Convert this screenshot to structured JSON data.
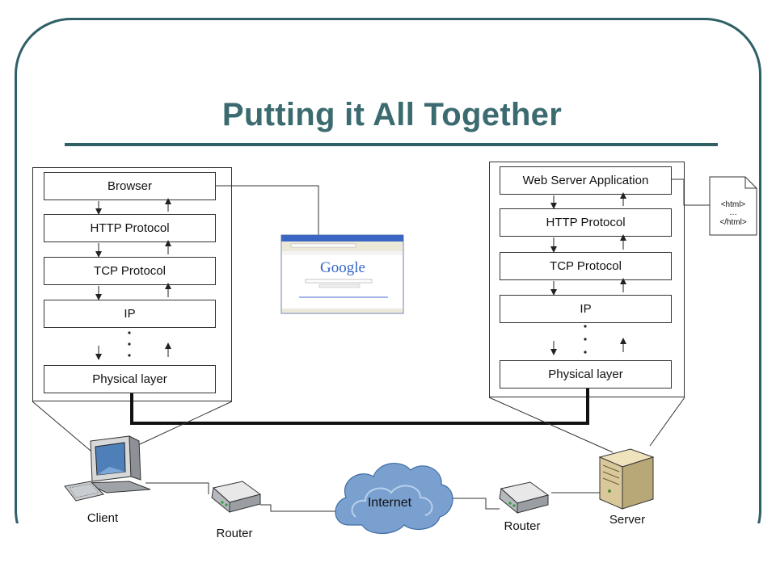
{
  "slide": {
    "title": "Putting it All Together"
  },
  "client_stack": {
    "layers": [
      "Browser",
      "HTTP Protocol",
      "TCP Protocol",
      "IP",
      "Physical layer"
    ]
  },
  "server_stack": {
    "layers": [
      "Web Server Application",
      "HTTP Protocol",
      "TCP Protocol",
      "IP",
      "Physical layer"
    ]
  },
  "html_doc": {
    "open_tag": "<html>",
    "ellipsis": "…",
    "close_tag": "</html>"
  },
  "browser_window": {
    "logo_text": "Google"
  },
  "network": {
    "client_label": "Client",
    "router_left_label": "Router",
    "internet_label": "Internet",
    "router_right_label": "Router",
    "server_label": "Server"
  },
  "colors": {
    "accent": "#2f6066",
    "title": "#3b6b70",
    "cloud": "#6f97c9",
    "server_body": "#d8c89a"
  }
}
